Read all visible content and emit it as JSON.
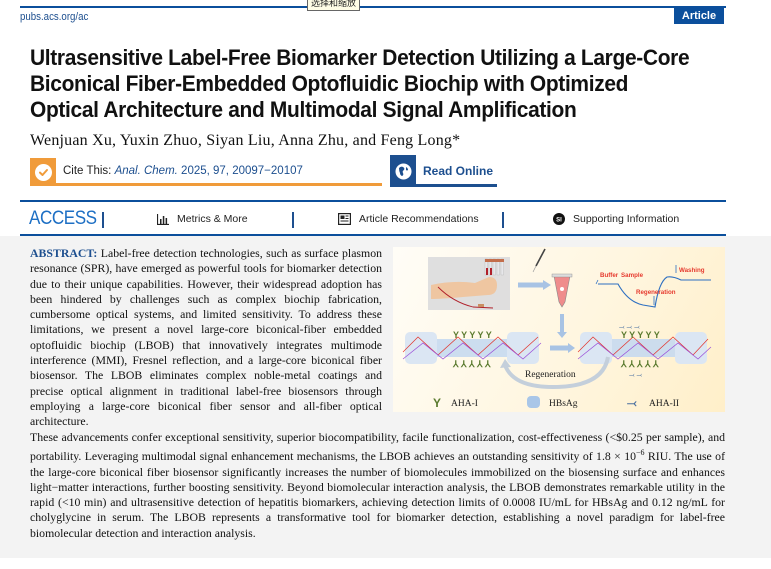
{
  "tooltip": "选择和缩放",
  "header": {
    "journal_url": "pubs.acs.org/ac",
    "badge": "Article"
  },
  "title_lines": [
    "Ultrasensitive Label-Free Biomarker Detection Utilizing a Large-Core",
    "Biconical Fiber-Embedded Optofluidic Biochip with Optimized",
    "Optical Architecture and Multimodal Signal Amplification"
  ],
  "authors": "Wenjuan Xu, Yuxin Zhuo, Siyan Liu, Anna Zhu, and Feng Long*",
  "cite": {
    "label": "Cite This:",
    "journal": "Anal. Chem.",
    "details": "2025, 97, 20097−20107"
  },
  "read_online": "Read Online",
  "access_bar": {
    "access": "ACCESS",
    "tabs": [
      {
        "label": "Metrics & More",
        "icon": "bar-chart-icon"
      },
      {
        "label": "Article Recommendations",
        "icon": "document-icon"
      },
      {
        "label": "Supporting Information",
        "icon": "si-icon"
      }
    ]
  },
  "abstract": {
    "label": "ABSTRACT:",
    "left_text": "Label-free detection technologies, such as surface plasmon resonance (SPR), have emerged as powerful tools for biomarker detection due to their unique capabilities. However, their widespread adoption has been hindered by challenges such as complex biochip fabrication, cumbersome optical systems, and limited sensitivity. To address these limitations, we present a novel large-core biconical-fiber embedded optofluidic biochip (LBOB) that innovatively integrates multimode interference (MMI), Fresnel reflection, and a large-core biconical fiber biosensor. The LBOB eliminates complex noble-metal coatings and precise optical alignment in traditional label-free biosensors through employing a large-core biconical fiber sensor and all-fiber optical architecture.",
    "full_text_1": "These advancements confer exceptional sensitivity, superior biocompatibility, facile functionalization, cost-effectiveness (<$0.25 per sample), and portability. Leveraging multimodal signal enhancement mechanisms, the LBOB achieves an outstanding sensitivity of 1.8 × 10",
    "exponent": "−6",
    "full_text_2": " RIU. The use of the large-core biconical fiber biosensor significantly increases the number of biomolecules immobilized on the biosensing surface and enhances light−matter interactions, further boosting sensitivity. Beyond biomolecular interaction analysis, the LBOB demonstrates remarkable utility in the rapid (<10 min) and ultrasensitive detection of hepatitis biomarkers, achieving detection limits of 0.0008 IU/mL for HBsAg and 0.12 ng/mL for cholyglycine in serum. The LBOB represents a transformative tool for biomarker detection, establishing a novel paradigm for label-free biomolecular detection and interaction analysis."
  },
  "toc_graphic": {
    "sensorgram_labels": {
      "buffer": "Buffer",
      "sample": "Sample",
      "washing": "Washing",
      "regeneration": "Regeneration"
    },
    "cycle_label": "Regeneration",
    "legend": [
      {
        "label": "AHA-I",
        "color": "#5a7a2e"
      },
      {
        "label": "HBsAg",
        "color": "#a9c6e8"
      },
      {
        "label": "AHA-II",
        "color": "#4a6fa0"
      }
    ]
  },
  "colors": {
    "brand_blue": "#0b4f9c",
    "cite_orange": "#f09b3a",
    "access_blue": "#1d6fc4",
    "abstract_bg": "#f3f3f3"
  }
}
